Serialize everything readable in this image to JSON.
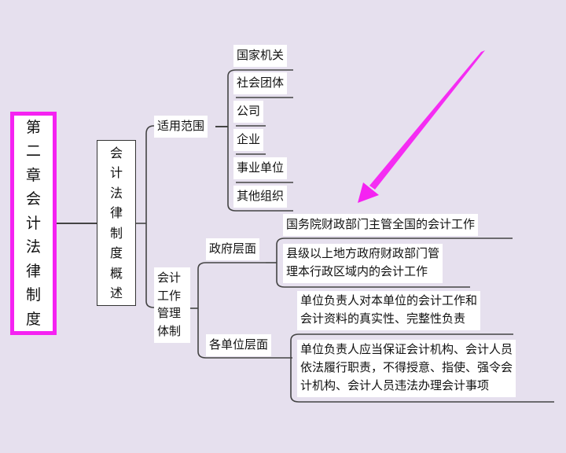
{
  "root": {
    "label": "第二章会计法律制度",
    "chars": [
      "第",
      "二",
      "章",
      "会",
      "计",
      "法",
      "律",
      "制",
      "度"
    ],
    "border_color": "#f522f2"
  },
  "overview": {
    "label": "会计法律制度概述",
    "chars": [
      "会",
      "计",
      "法",
      "律",
      "制",
      "度",
      "概",
      "述"
    ]
  },
  "scope": {
    "label": "适用范围",
    "items": [
      "国家机关",
      "社会团体",
      "公司",
      "企业",
      "事业单位",
      "其他组织"
    ]
  },
  "management": {
    "label": "会计工作管理体制",
    "lines": [
      "会计",
      "工作",
      "管理",
      "体制"
    ],
    "government": {
      "label": "政府层面",
      "items": [
        {
          "lines": [
            "国务院财政部门主管全国的会计工作"
          ]
        },
        {
          "lines": [
            "县级以上地方政府财政部门管",
            "理本行政区域内的会计工作"
          ]
        }
      ]
    },
    "unit": {
      "label": "各单位层面",
      "items": [
        {
          "lines": [
            "单位负责人对本单位的会计工作和",
            "会计资料的真实性、完整性负责"
          ]
        },
        {
          "lines": [
            "单位负责人应当保证会计机构、会计人员",
            "依法履行职责，不得授意、指使、强令会",
            "计机构、会计人员违法办理会计事项"
          ]
        }
      ]
    }
  },
  "annotation": {
    "arrow_color": "#f522f2",
    "arrow_icon": "arrow-down-left-icon"
  },
  "colors": {
    "background": "#e6e0ee",
    "line": "#333333",
    "node_fill": "#ffffff"
  }
}
